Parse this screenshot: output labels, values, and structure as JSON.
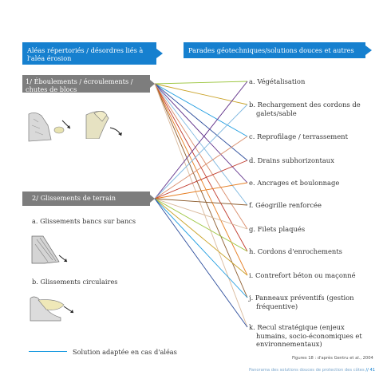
{
  "header_left": "Aléas répertoriés / désordres liés à l'aléa érosion",
  "header_right": "Parades géotechniques/solutions douces et autres",
  "section1": "1/ Éboulements / écroulements / chutes de blocs",
  "section2": "2/ Glissements de terrain",
  "sub_a": "a. Glissements bancs sur bancs",
  "sub_b": "b. Glissements circulaires",
  "solutions": [
    {
      "line1": "a. Végétalisation",
      "line2": ""
    },
    {
      "line1": "b. Rechargement des cordons de",
      "line2": "galets/sable"
    },
    {
      "line1": "c. Reprofilage / terrassement",
      "line2": ""
    },
    {
      "line1": "d. Drains subhorizontaux",
      "line2": ""
    },
    {
      "line1": "e. Ancrages et boulonnage",
      "line2": ""
    },
    {
      "line1": "f. Géogrille renforcée",
      "line2": ""
    },
    {
      "line1": "g. Filets plaqués",
      "line2": ""
    },
    {
      "line1": "h. Cordons d'enrochements",
      "line2": ""
    },
    {
      "line1": "i. Contrefort béton ou maçonné",
      "line2": ""
    },
    {
      "line1": "j. Panneaux préventifs (gestion",
      "line2": "fréquentive)"
    },
    {
      "line1": "k. Recul stratégique (enjeux",
      "line2": "humains, socio-économiques et environnementaux)"
    }
  ],
  "legend": "Solution adaptée en cas d'aléas",
  "caption": "Figures 18 : d'après Gentru et al., 2004",
  "footer_text": "Panorama des solutions douces de protection des côtes",
  "footer_page": "// 41",
  "colors": {
    "accent_blue": "#1680cf",
    "gray_bar": "#7d7d7d",
    "lines": [
      "#9bc53d",
      "#c9a227",
      "#1b9be0",
      "#2b4c9b",
      "#5b2a86",
      "#7fb8e0",
      "#d98c6a",
      "#c0392b",
      "#e67e22",
      "#8b5a2b",
      "#d9b99b"
    ]
  }
}
